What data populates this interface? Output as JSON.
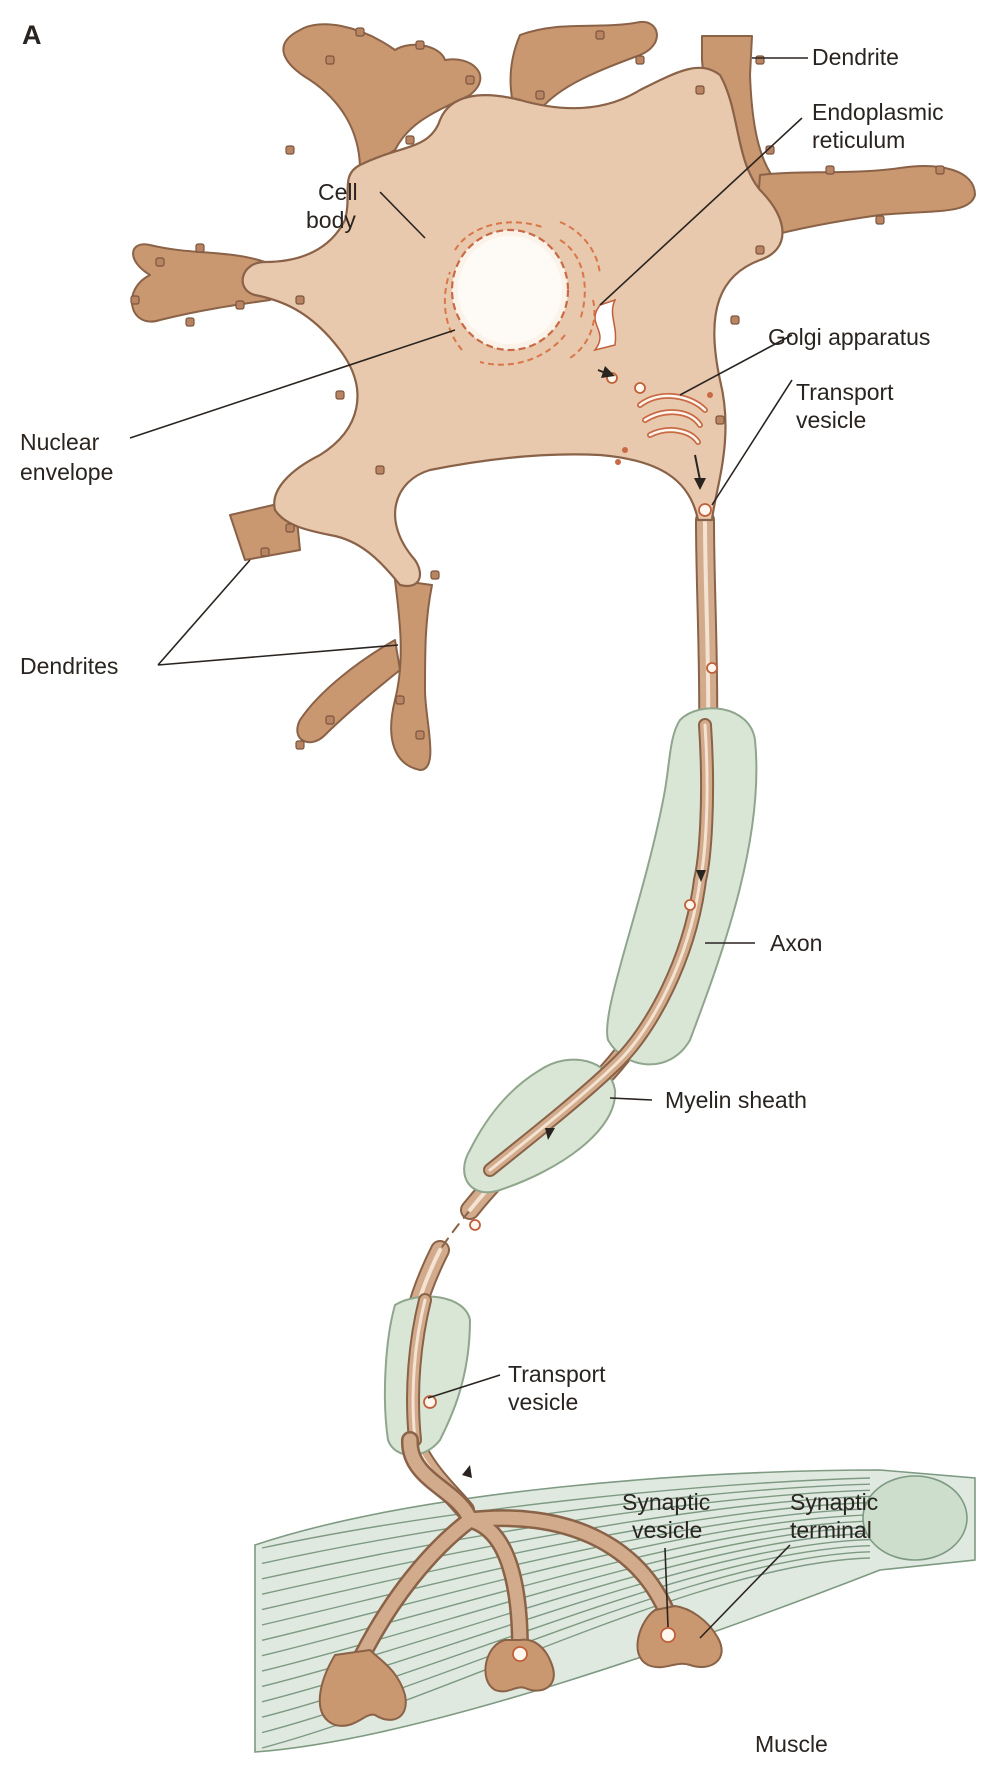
{
  "figure": {
    "panel_label": "A",
    "labels": {
      "dendrite": "Dendrite",
      "er_line1": "Endoplasmic",
      "er_line2": "reticulum",
      "cell_body_line1": "Cell",
      "cell_body_line2": "body",
      "golgi": "Golgi apparatus",
      "transport_top_line1": "Transport",
      "transport_top_line2": "vesicle",
      "nuclear_line1": "Nuclear",
      "nuclear_line2": "envelope",
      "dendrites": "Dendrites",
      "axon": "Axon",
      "myelin": "Myelin sheath",
      "transport_bottom_line1": "Transport",
      "transport_bottom_line2": "vesicle",
      "synaptic_vesicle_line1": "Synaptic",
      "synaptic_vesicle_line2": "vesicle",
      "synaptic_terminal_line1": "Synaptic",
      "synaptic_terminal_line2": "terminal",
      "muscle": "Muscle"
    }
  },
  "colors": {
    "cell_body": "#e8c9ad",
    "dendrite": "#c99770",
    "myelin": "#d9e6d6",
    "organelle": "#d9764a"
  }
}
